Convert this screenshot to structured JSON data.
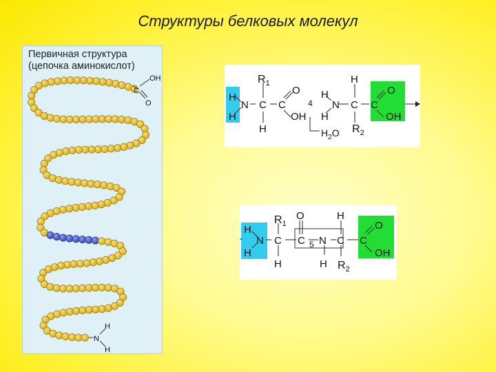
{
  "title": "Структуры белковых молекул",
  "chain": {
    "label_line1": "Первичная структура",
    "label_line2": "(цепочка аминокислот)",
    "cooh": {
      "c": "C",
      "oh": "OH",
      "o": "O"
    },
    "nh2": {
      "n": "N",
      "h1": "H",
      "h2": "H"
    }
  },
  "reaction1": {
    "h_top": "H",
    "h_bottom": "H",
    "n": "N",
    "c1": "C",
    "r1": "R",
    "r1_sub": "1",
    "h_under_c1": "H",
    "c2": "C",
    "o": "O",
    "oh": "OH",
    "step_number": "4",
    "h2": "H",
    "n2": "N",
    "h_left_n2": "H",
    "h_above_c3": "H",
    "c3": "C",
    "r2": "R",
    "r2_sub": "2",
    "c4": "C",
    "o2": "O",
    "oh2": "OH",
    "water": "H",
    "water_sub": "2",
    "water_o": "O"
  },
  "reaction2": {
    "h_top": "H",
    "h_bottom": "H",
    "n": "N",
    "c1": "C",
    "r1": "R",
    "r1_sub": "1",
    "o_top": "O",
    "h_under_c1": "H",
    "c2": "C",
    "step_number": "5",
    "n2": "N",
    "h_under_n2": "H",
    "c3": "C",
    "h_above_c3": "H",
    "r2": "R",
    "r2_sub": "2",
    "c4": "C",
    "o": "O",
    "oh": "OH"
  },
  "colors": {
    "bead": "#d9b020",
    "bead_dark": "#8a6a00",
    "bead_highlight": "#f7e07a",
    "bead_blue": "#3a4bb8",
    "amino_box": "#33ccee",
    "carboxyl_box": "#22dd33"
  }
}
